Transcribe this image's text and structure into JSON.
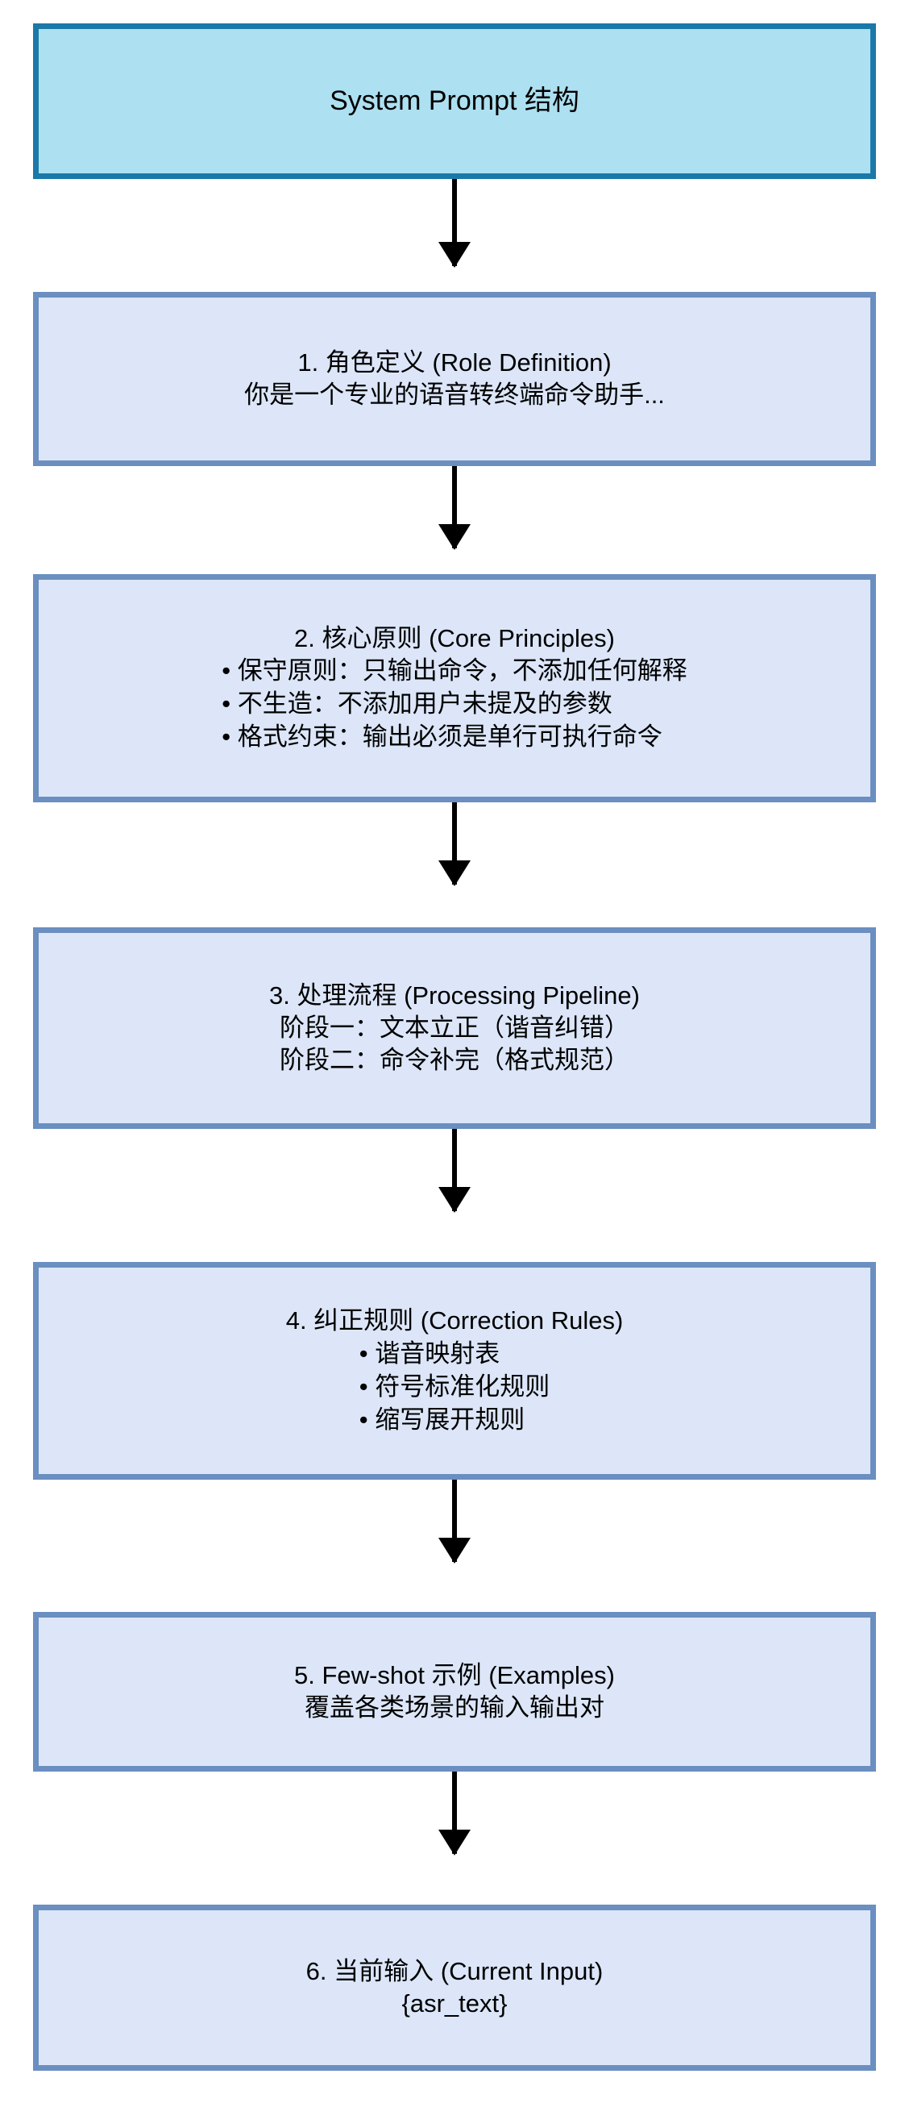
{
  "diagram": {
    "title_node": {
      "label": "System Prompt 结构"
    },
    "nodes": [
      {
        "heading": "1. 角色定义 (Role Definition)",
        "lines": [
          "你是一个专业的语音转终端命令助手..."
        ],
        "bullets": []
      },
      {
        "heading": "2. 核心原则 (Core Principles)",
        "lines": [],
        "bullets": [
          "保守原则：只输出命令，不添加任何解释",
          "不生造：不添加用户未提及的参数",
          "格式约束：输出必须是单行可执行命令"
        ]
      },
      {
        "heading": "3. 处理流程 (Processing Pipeline)",
        "lines": [
          "阶段一：文本立正（谐音纠错）",
          "阶段二：命令补完（格式规范）"
        ],
        "bullets": []
      },
      {
        "heading": "4. 纠正规则 (Correction Rules)",
        "lines": [],
        "bullets": [
          "谐音映射表",
          "符号标准化规则",
          "缩写展开规则"
        ]
      },
      {
        "heading": "5. Few-shot 示例 (Examples)",
        "lines": [
          "覆盖各类场景的输入输出对"
        ],
        "bullets": []
      },
      {
        "heading": "6. 当前输入 (Current Input)",
        "lines": [
          "{asr_text}"
        ],
        "bullets": []
      }
    ],
    "colors": {
      "title_fill": "#ade0f0",
      "title_border": "#1b79a8",
      "node_fill": "#dce6f8",
      "node_border": "#6a8fc0",
      "arrow": "#000000",
      "text": "#000000",
      "background": "#ffffff"
    }
  }
}
